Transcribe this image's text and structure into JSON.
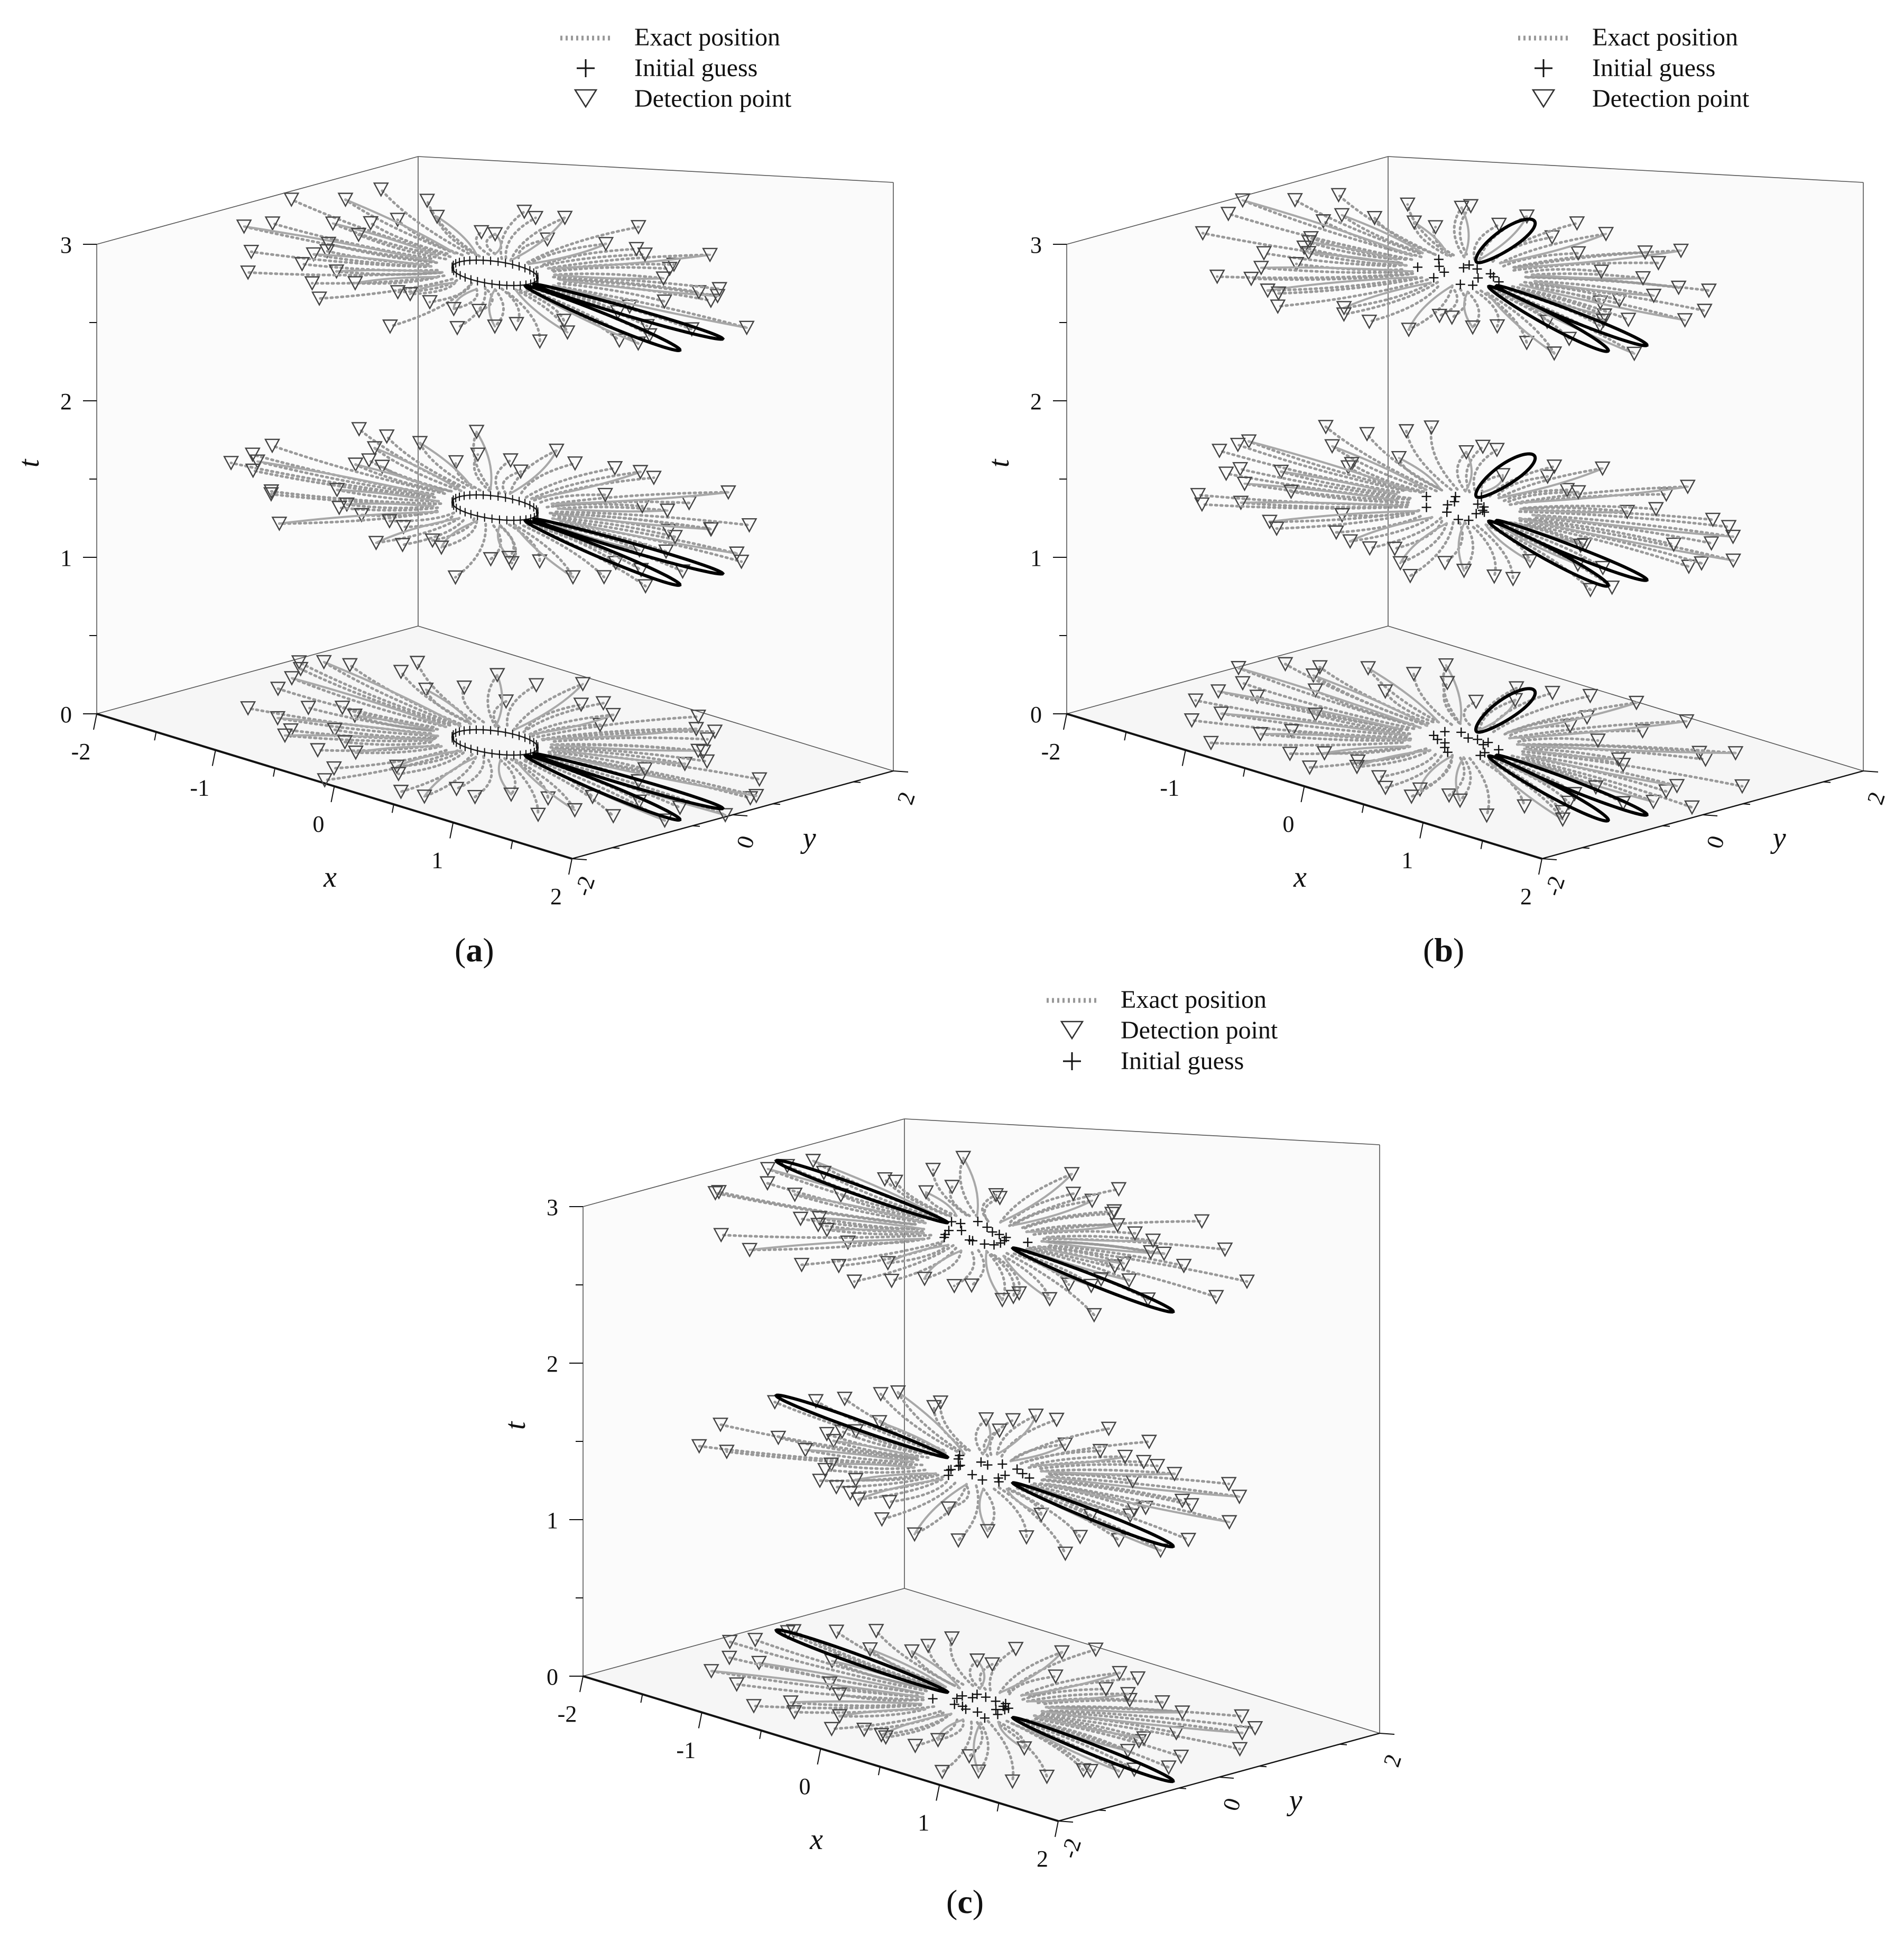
{
  "chart_data": [
    {
      "type": "scatter",
      "panel": "a",
      "panel_label_open": "(",
      "panel_label_letter": "a",
      "panel_label_close": ")",
      "xlabel": "x",
      "ylabel": "y",
      "zlabel": "t",
      "xlim": [
        -2,
        2
      ],
      "ylim": [
        -2,
        2
      ],
      "zlim": [
        0,
        3
      ],
      "x_ticks": [
        "-2",
        "-1",
        "0",
        "1",
        "2"
      ],
      "y_ticks": [
        "-2",
        "0",
        "2"
      ],
      "z_ticks": [
        "0",
        "1",
        "2",
        "3"
      ],
      "time_slices": [
        0,
        1.5,
        3
      ],
      "legend": [
        "Exact position",
        "Initial guess",
        "Detection point"
      ],
      "legend_symbols": [
        "dotted-line",
        "plus",
        "triangle-down"
      ],
      "detection_points": {
        "count_per_slice": 60,
        "radius_range": [
          1.0,
          2.0
        ]
      },
      "exact_boundary": {
        "shape": "peanut",
        "lobes": [
          {
            "angle_deg": 2,
            "length": 1.55
          },
          {
            "angle_deg": -14,
            "length": 1.6
          }
        ]
      },
      "initial_guess": {
        "shape": "circle",
        "center": [
          0,
          0
        ],
        "radius": 0.3,
        "markers": 36
      }
    },
    {
      "type": "scatter",
      "panel": "b",
      "panel_label_open": "(",
      "panel_label_letter": "b",
      "panel_label_close": ")",
      "xlabel": "x",
      "ylabel": "y",
      "zlabel": "t",
      "xlim": [
        -2,
        2
      ],
      "ylim": [
        -2,
        2
      ],
      "zlim": [
        0,
        3
      ],
      "x_ticks": [
        "-2",
        "-1",
        "0",
        "1",
        "2"
      ],
      "y_ticks": [
        "-2",
        "0",
        "2"
      ],
      "z_ticks": [
        "0",
        "1",
        "2",
        "3"
      ],
      "time_slices": [
        0,
        1.5,
        3
      ],
      "legend": [
        "Exact position",
        "Initial guess",
        "Detection point"
      ],
      "legend_symbols": [
        "dotted-line",
        "plus",
        "triangle-down"
      ],
      "detection_points": {
        "count_per_slice": 60,
        "radius_range": [
          1.0,
          2.0
        ]
      },
      "exact_boundary": {
        "shape": "three-lobe",
        "lobes": [
          {
            "angle_deg": 108,
            "length": 1.35
          },
          {
            "angle_deg": -12,
            "length": 1.5
          },
          {
            "angle_deg": -24,
            "length": 1.55
          }
        ]
      },
      "initial_guess": {
        "shape": "disc",
        "center": [
          0,
          0
        ],
        "radius": 0.35,
        "markers": 14
      }
    },
    {
      "type": "scatter",
      "panel": "c",
      "panel_label_open": "(",
      "panel_label_letter": "c",
      "panel_label_close": ")",
      "xlabel": "x",
      "ylabel": "y",
      "zlabel": "t",
      "xlim": [
        -2,
        2
      ],
      "ylim": [
        -2,
        2
      ],
      "zlim": [
        0,
        3
      ],
      "x_ticks": [
        "-2",
        "-1",
        "0",
        "1",
        "2"
      ],
      "y_ticks": [
        "-2",
        "0",
        "2"
      ],
      "z_ticks": [
        "0",
        "1",
        "2",
        "3"
      ],
      "time_slices": [
        0,
        1.5,
        3
      ],
      "legend": [
        "Exact position",
        "Detection point",
        "Initial guess"
      ],
      "legend_symbols": [
        "dotted-line",
        "triangle-down",
        "plus"
      ],
      "detection_points": {
        "count_per_slice": 60,
        "radius_range": [
          1.0,
          2.0
        ]
      },
      "exact_boundary": {
        "shape": "two-lobe",
        "lobes": [
          {
            "angle_deg": 172,
            "length": 1.6
          },
          {
            "angle_deg": -12,
            "length": 1.6
          }
        ]
      },
      "initial_guess": {
        "shape": "disc",
        "center": [
          0,
          0
        ],
        "radius": 0.35,
        "markers": 18
      }
    }
  ]
}
